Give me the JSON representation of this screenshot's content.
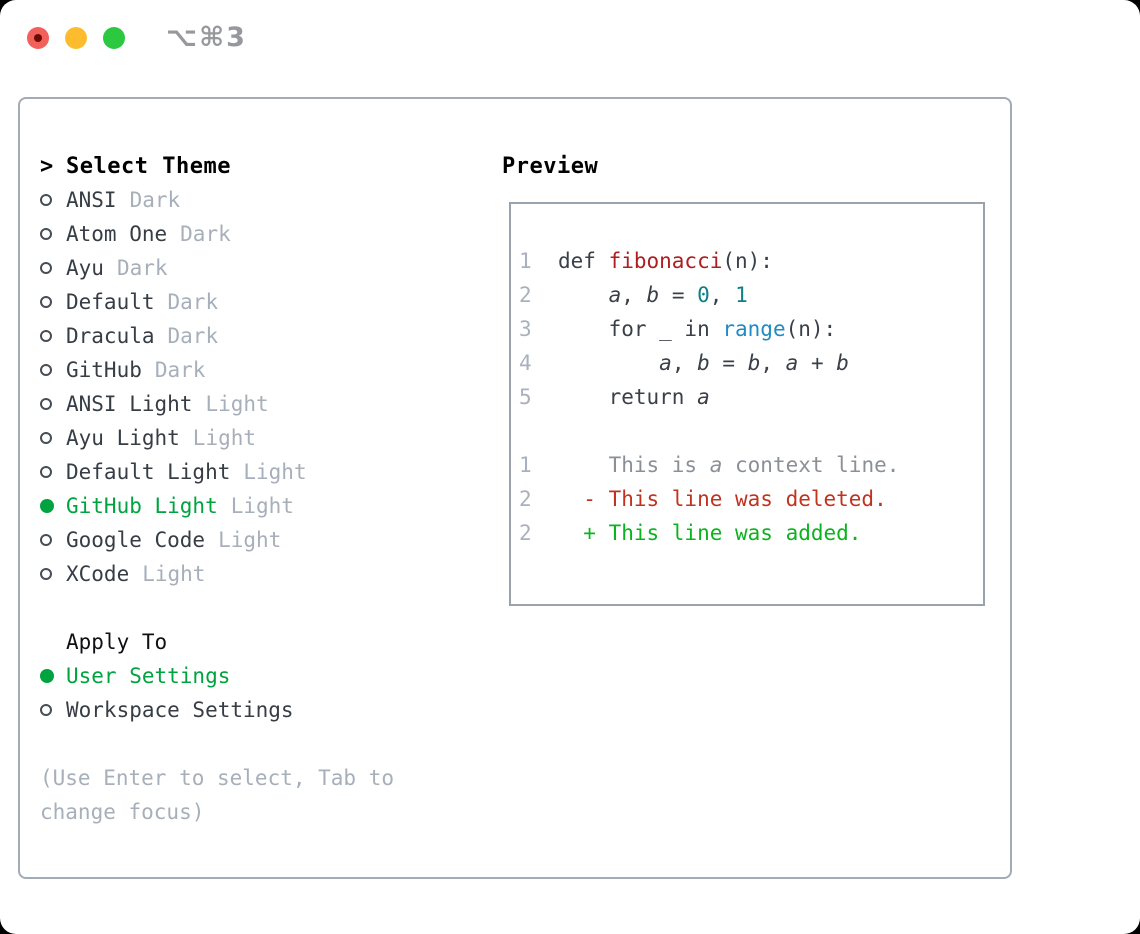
{
  "window": {
    "title": "⌥⌘3"
  },
  "theme_menu": {
    "prompt": ">",
    "header": "Select Theme",
    "items": [
      {
        "name": "ANSI",
        "variant": "Dark",
        "selected": false
      },
      {
        "name": "Atom One",
        "variant": "Dark",
        "selected": false
      },
      {
        "name": "Ayu",
        "variant": "Dark",
        "selected": false
      },
      {
        "name": "Default",
        "variant": "Dark",
        "selected": false
      },
      {
        "name": "Dracula",
        "variant": "Dark",
        "selected": false
      },
      {
        "name": "GitHub",
        "variant": "Dark",
        "selected": false
      },
      {
        "name": "ANSI Light",
        "variant": "Light",
        "selected": false
      },
      {
        "name": "Ayu Light",
        "variant": "Light",
        "selected": false
      },
      {
        "name": "Default Light",
        "variant": "Light",
        "selected": false
      },
      {
        "name": "GitHub Light",
        "variant": "Light",
        "selected": true
      },
      {
        "name": "Google Code",
        "variant": "Light",
        "selected": false
      },
      {
        "name": "XCode",
        "variant": "Light",
        "selected": false
      }
    ]
  },
  "apply_to": {
    "header": "Apply To",
    "options": [
      {
        "name": "User Settings",
        "selected": true
      },
      {
        "name": "Workspace Settings",
        "selected": false
      }
    ]
  },
  "footer_hint": "(Use Enter to select, Tab to change focus)",
  "preview": {
    "title": "Preview",
    "lines": [
      {
        "num": "1",
        "segments": [
          {
            "t": "def ",
            "c": "code"
          },
          {
            "t": "fibonacci",
            "c": "func"
          },
          {
            "t": "(n):",
            "c": "code"
          }
        ]
      },
      {
        "num": "2",
        "segments": [
          {
            "t": "    ",
            "c": "code"
          },
          {
            "t": "a",
            "c": "var"
          },
          {
            "t": ", ",
            "c": "code"
          },
          {
            "t": "b",
            "c": "var"
          },
          {
            "t": " = ",
            "c": "code"
          },
          {
            "t": "0",
            "c": "num"
          },
          {
            "t": ", ",
            "c": "code"
          },
          {
            "t": "1",
            "c": "num"
          }
        ]
      },
      {
        "num": "3",
        "segments": [
          {
            "t": "    for _ in ",
            "c": "code"
          },
          {
            "t": "range",
            "c": "builtin"
          },
          {
            "t": "(n):",
            "c": "code"
          }
        ]
      },
      {
        "num": "4",
        "segments": [
          {
            "t": "        ",
            "c": "code"
          },
          {
            "t": "a",
            "c": "var"
          },
          {
            "t": ", ",
            "c": "code"
          },
          {
            "t": "b",
            "c": "var"
          },
          {
            "t": " = ",
            "c": "code"
          },
          {
            "t": "b",
            "c": "var"
          },
          {
            "t": ", ",
            "c": "code"
          },
          {
            "t": "a",
            "c": "var"
          },
          {
            "t": " + ",
            "c": "code"
          },
          {
            "t": "b",
            "c": "var"
          }
        ]
      },
      {
        "num": "5",
        "segments": [
          {
            "t": "    return ",
            "c": "code"
          },
          {
            "t": "a",
            "c": "var"
          }
        ]
      },
      {
        "num": "",
        "segments": []
      },
      {
        "num": "1",
        "segments": [
          {
            "t": "    This is ",
            "c": "context"
          },
          {
            "t": "a",
            "c": "context_var"
          },
          {
            "t": " context line.",
            "c": "context"
          }
        ]
      },
      {
        "num": "2",
        "segments": [
          {
            "t": "  - This line was deleted.",
            "c": "deleted"
          }
        ]
      },
      {
        "num": "2",
        "segments": [
          {
            "t": "  + This line was added.",
            "c": "added"
          }
        ]
      }
    ]
  },
  "colors": {
    "selection_green": "#00a33f",
    "code": "#3a4049",
    "func": "#ae1e20",
    "var": "#3a4049",
    "num": "#0e7f87",
    "builtin": "#1e8bc6",
    "context": "#8b9097",
    "context_var": "#8b9097",
    "deleted": "#c0331f",
    "added": "#0cb31e",
    "muted": "#a7afba",
    "line_number": "#a8b1bd"
  }
}
